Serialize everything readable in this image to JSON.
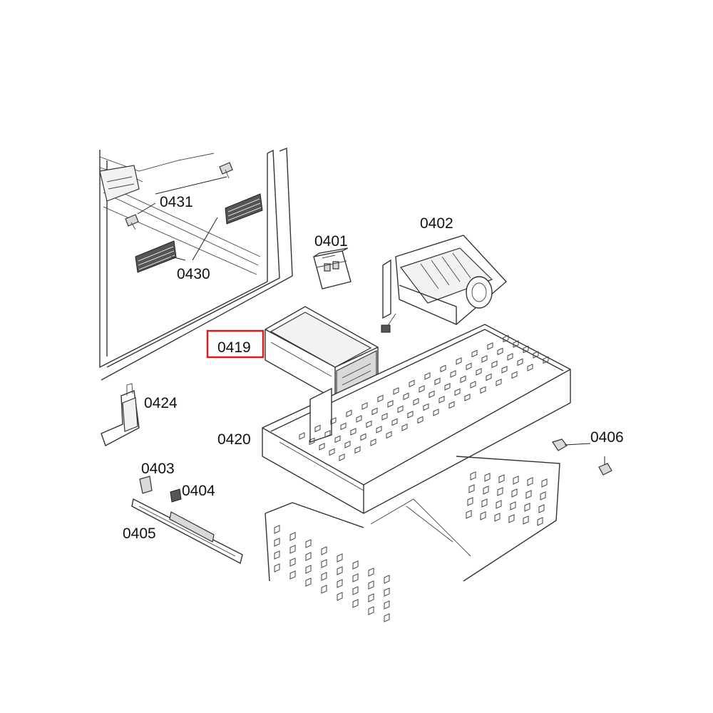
{
  "diagram": {
    "highlight_color": "#e0191b",
    "highlighted_part": "0419",
    "parts": [
      {
        "id": "p0431",
        "label": "0431",
        "icon": "screw-icon"
      },
      {
        "id": "p0430",
        "label": "0430",
        "icon": "vent-grille-icon"
      },
      {
        "id": "p0401",
        "label": "0401",
        "icon": "switch-module-icon"
      },
      {
        "id": "p0402",
        "label": "0402",
        "icon": "ice-maker-icon"
      },
      {
        "id": "p0419",
        "label": "0419",
        "icon": "bin-icon"
      },
      {
        "id": "p0424",
        "label": "0424",
        "icon": "bracket-icon"
      },
      {
        "id": "p0420",
        "label": "0420",
        "icon": "tray-icon"
      },
      {
        "id": "p0406",
        "label": "0406",
        "icon": "nut-icon"
      },
      {
        "id": "p0403",
        "label": "0403",
        "icon": "clip-icon"
      },
      {
        "id": "p0404",
        "label": "0404",
        "icon": "clip-icon"
      },
      {
        "id": "p0405",
        "label": "0405",
        "icon": "slide-rail-icon"
      }
    ]
  }
}
